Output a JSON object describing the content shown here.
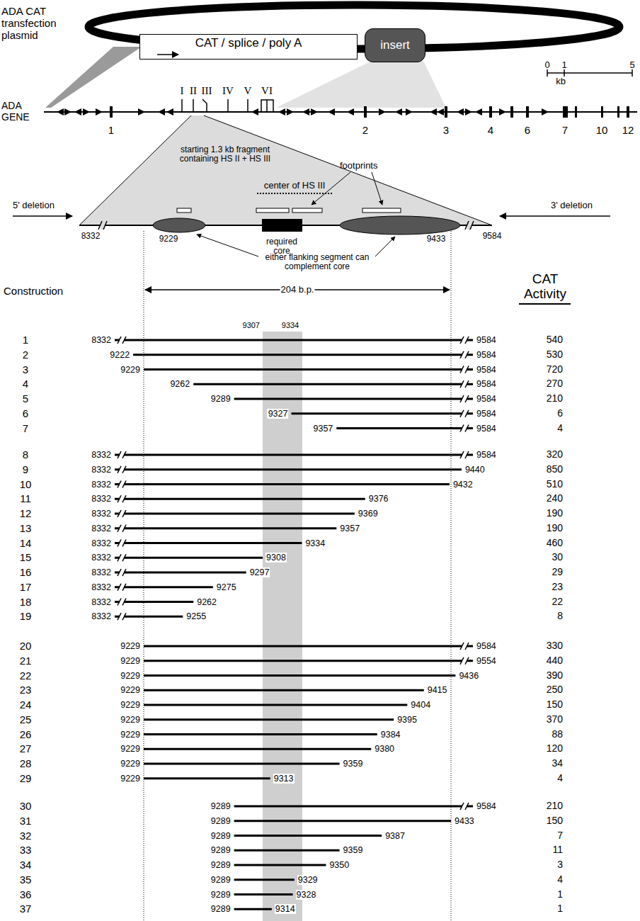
{
  "diagram": {
    "nodes": [
      {
        "text": [
          "CAT / splice / poly A"
        ]
      },
      {
        "text": [
          "insert"
        ]
      }
    ],
    "labels": [
      "ADA CAT transfection plasmid",
      "0",
      "1",
      "5",
      "kb",
      "ADA GENE",
      "1",
      "2",
      "3",
      "4",
      "6",
      "7",
      "10",
      "12",
      "I",
      "II",
      "III",
      "IV",
      "V",
      "VI",
      "starting 1.3 kb fragment containing HS II + HS III",
      "center of HS III",
      "footprints",
      "5' deletion",
      "3' deletion",
      "8332",
      "9229",
      "required core",
      "9433",
      "9584",
      "either flanking segment can complement core",
      "204 b.p.",
      "Construction",
      "CAT Activity",
      "9307",
      "9334",
      "1",
      "8332",
      "9584",
      "540",
      "2",
      "9222",
      "9584",
      "530",
      "3",
      "9229",
      "9584",
      "720",
      "4",
      "9262",
      "9584",
      "270",
      "5",
      "9289",
      "9584",
      "210",
      "6",
      "9327",
      "9584",
      "6",
      "7",
      "9357",
      "9584",
      "4",
      "8",
      "8332",
      "9584",
      "320",
      "9",
      "8332",
      "9440",
      "850",
      "10",
      "8332",
      "9432",
      "510",
      "11",
      "8332",
      "9376",
      "240",
      "12",
      "8332",
      "9369",
      "190",
      "13",
      "8332",
      "9357",
      "190",
      "14",
      "8332",
      "9334",
      "460",
      "15",
      "8332",
      "9308",
      "30",
      "16",
      "8332",
      "9297",
      "29",
      "17",
      "8332",
      "9275",
      "23",
      "18",
      "8332",
      "9262",
      "22",
      "19",
      "8332",
      "9255",
      "8",
      "20",
      "9229",
      "9584",
      "330",
      "21",
      "9229",
      "9554",
      "440",
      "22",
      "9229",
      "9436",
      "390",
      "23",
      "9229",
      "9415",
      "250",
      "24",
      "9229",
      "9404",
      "150",
      "25",
      "9229",
      "9395",
      "370",
      "26",
      "9229",
      "9384",
      "88",
      "27",
      "9229",
      "9380",
      "120",
      "28",
      "9229",
      "9359",
      "34",
      "29",
      "9229",
      "9313",
      "4",
      "30",
      "9289",
      "9584",
      "210",
      "31",
      "9289",
      "9433",
      "150",
      "32",
      "9289",
      "9387",
      "7",
      "33",
      "9289",
      "9359",
      "11",
      "34",
      "9289",
      "9350",
      "3",
      "35",
      "9289",
      "9329",
      "4",
      "36",
      "9289",
      "9328",
      "1",
      "37",
      "9289",
      "9314",
      "1"
    ]
  }
}
